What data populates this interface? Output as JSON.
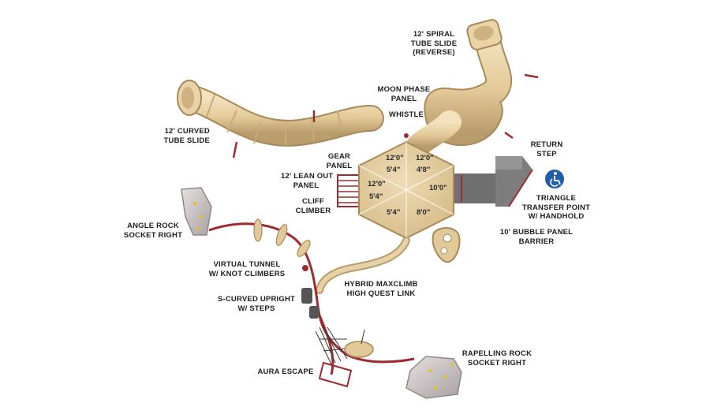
{
  "labels": {
    "spiral_slide": "12' SPIRAL\nTUBE SLIDE\n(REVERSE)",
    "moon_phase": "MOON PHASE\nPANEL",
    "whistle": "WHISTLE",
    "curved_slide": "12' CURVED\nTUBE SLIDE",
    "gear_panel": "GEAR\nPANEL",
    "lean_out": "12' LEAN OUT\nPANEL",
    "return_step": "RETURN\nSTEP",
    "cliff_climber": "CLIFF\nCLIMBER",
    "triangle_transfer": "TRIANGLE\nTRANSFER POINT\nw/ HANDHOLD",
    "angle_rock": "ANGLE ROCK\nSOCKET RIGHT",
    "bubble_panel": "10' BUBBLE PANEL\nBARRIER",
    "virtual_tunnel": "VIRTUAL TUNNEL\nw/ KNOT CLIMBERS",
    "hybrid_maxclimb": "HYBRID MAXCLIMB\nHIGH QUEST LINK",
    "s_curved": "S-CURVED UPRIGHT\nw/ STEPS",
    "aura_escape": "AURA ESCAPE",
    "rapelling_rock": "RAPELLING ROCK\nSOCKET RIGHT"
  },
  "deck_heights": {
    "top_left": "12'0\"",
    "top_right": "12'0\"",
    "upper_left": "5'4\"",
    "upper_right": "4'8\"",
    "left": "12'0\"",
    "right": "10'0\"",
    "lower_left": "5'4\"",
    "bottom_left": "5'4\"",
    "bottom_right": "8'0\""
  },
  "accessibility_icon": "wheelchair-icon",
  "colors": {
    "tube_tan": "#e6cfa1",
    "tube_shadow": "#b89c6d",
    "deck_tan": "#e2c999",
    "rail_red": "#9d2a2f",
    "steel_gray": "#6f6f6f",
    "accessible_blue": "#1f5ea8",
    "rock_gray": "#cfc8c8"
  }
}
